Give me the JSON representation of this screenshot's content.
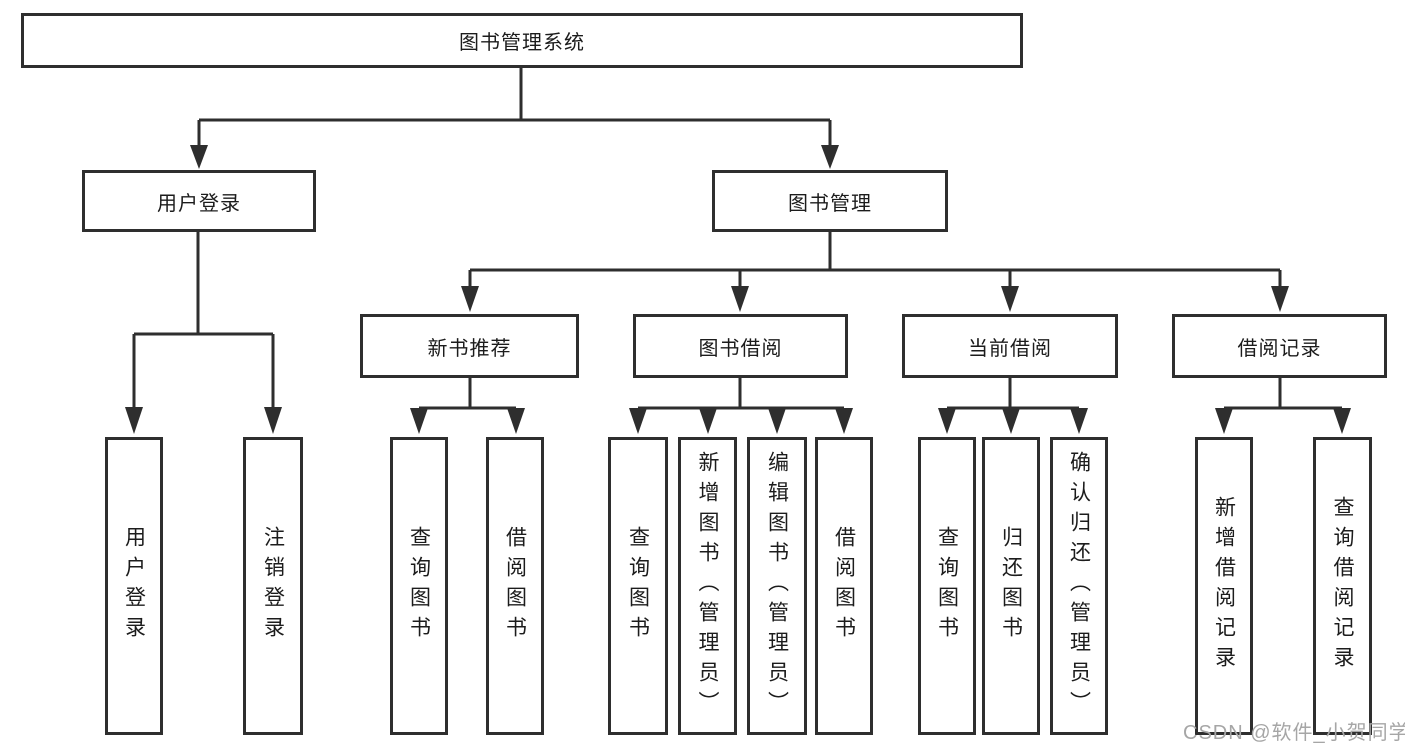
{
  "tree": {
    "label": "图书管理系统",
    "children": [
      {
        "label": "用户登录",
        "children": [
          {
            "label": "用户登录"
          },
          {
            "label": "注销登录"
          }
        ]
      },
      {
        "label": "图书管理",
        "children": [
          {
            "label": "新书推荐",
            "children": [
              {
                "label": "查询图书"
              },
              {
                "label": "借阅图书"
              }
            ]
          },
          {
            "label": "图书借阅",
            "children": [
              {
                "label": "查询图书"
              },
              {
                "label": "新增图书（管理员）"
              },
              {
                "label": "编辑图书（管理员）"
              },
              {
                "label": "借阅图书"
              }
            ]
          },
          {
            "label": "当前借阅",
            "children": [
              {
                "label": "查询图书"
              },
              {
                "label": "归还图书"
              },
              {
                "label": "确认归还（管理员）"
              }
            ]
          },
          {
            "label": "借阅记录",
            "children": [
              {
                "label": "新增借阅记录"
              },
              {
                "label": "查询借阅记录"
              }
            ]
          }
        ]
      }
    ]
  },
  "watermark": {
    "text": "CSDN @软件_小贺同学",
    "color": "#a6a6a6"
  },
  "colors": {
    "line_stroke": "#2e2e2e",
    "box_border": "#2e2e2e",
    "box_fill": "#ffffff",
    "text": "#1c1c1c"
  }
}
